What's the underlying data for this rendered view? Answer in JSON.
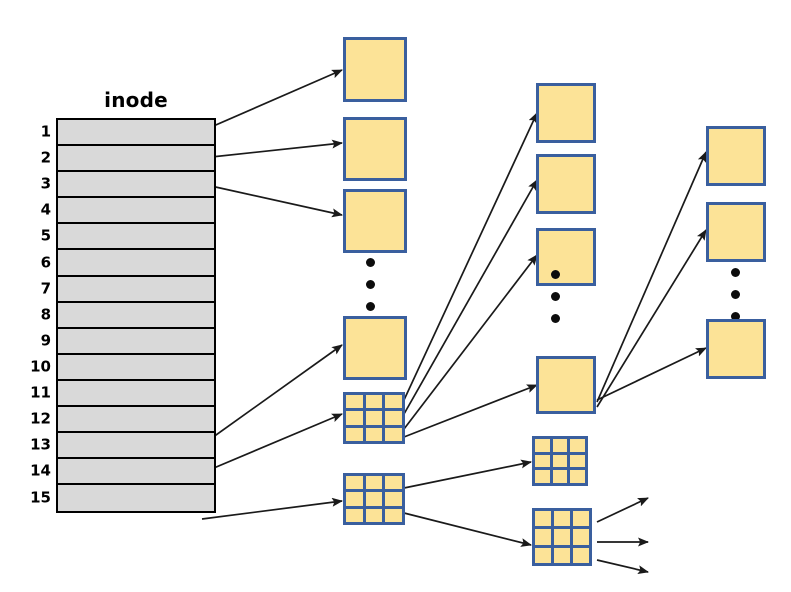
{
  "diagram": {
    "title": "inode",
    "type": "unix-inode-indirect-block-diagram",
    "colors": {
      "block_fill": "#fce397",
      "block_border": "#3a5f9e",
      "inode_fill": "#d9d9d9",
      "inode_border": "#000000",
      "arrow": "#1a1a1a",
      "background": "#ffffff"
    }
  },
  "inode": {
    "label": "inode",
    "entry_count": 15,
    "entries": [
      {
        "number": "1",
        "has_pointer": true
      },
      {
        "number": "2",
        "has_pointer": true
      },
      {
        "number": "3",
        "has_pointer": true
      },
      {
        "number": "4",
        "has_pointer": false
      },
      {
        "number": "5",
        "has_pointer": false
      },
      {
        "number": "6",
        "has_pointer": false
      },
      {
        "number": "7",
        "has_pointer": false
      },
      {
        "number": "8",
        "has_pointer": false
      },
      {
        "number": "9",
        "has_pointer": false
      },
      {
        "number": "10",
        "has_pointer": false
      },
      {
        "number": "11",
        "has_pointer": false
      },
      {
        "number": "12",
        "has_pointer": false
      },
      {
        "number": "13",
        "has_pointer": true
      },
      {
        "number": "14",
        "has_pointer": true
      },
      {
        "number": "15",
        "has_pointer": true
      }
    ]
  },
  "columns": {
    "direct_blocks": {
      "name": "data-block-column",
      "blocks": [
        {
          "kind": "data-block",
          "id": "db-1"
        },
        {
          "kind": "data-block",
          "id": "db-2"
        },
        {
          "kind": "data-block",
          "id": "db-3"
        },
        {
          "kind": "ellipsis",
          "id": "db-dots"
        },
        {
          "kind": "data-block",
          "id": "db-4"
        },
        {
          "kind": "indirect-grid",
          "id": "single-indirect-block"
        },
        {
          "kind": "indirect-grid",
          "id": "double-indirect-block"
        }
      ]
    },
    "level2": {
      "name": "second-level-column",
      "blocks": [
        {
          "kind": "data-block",
          "id": "l2-db-1"
        },
        {
          "kind": "data-block",
          "id": "l2-db-2"
        },
        {
          "kind": "data-block",
          "id": "l2-db-3"
        },
        {
          "kind": "ellipsis",
          "id": "l2-dots"
        },
        {
          "kind": "data-block",
          "id": "l2-db-4"
        },
        {
          "kind": "indirect-grid",
          "id": "l2-indirect-1"
        },
        {
          "kind": "indirect-grid",
          "id": "l2-indirect-2"
        }
      ]
    },
    "level3": {
      "name": "third-level-column",
      "blocks": [
        {
          "kind": "data-block",
          "id": "l3-db-1"
        },
        {
          "kind": "data-block",
          "id": "l3-db-2"
        },
        {
          "kind": "ellipsis",
          "id": "l3-dots"
        },
        {
          "kind": "data-block",
          "id": "l3-db-3"
        }
      ]
    }
  },
  "ellipsis": {
    "dot_count": 3
  }
}
